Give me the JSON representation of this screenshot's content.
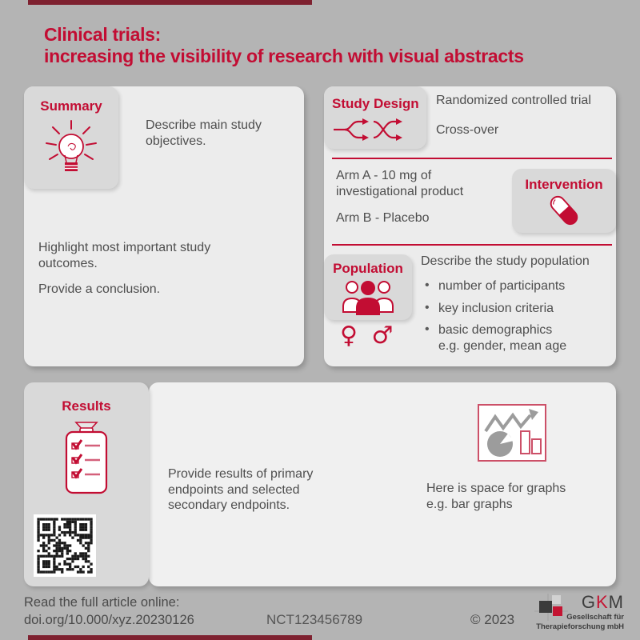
{
  "colors": {
    "background": "#B4B4B4",
    "accent_red": "#C20D33",
    "dark_bar_red": "#7E2130",
    "panel_gray": "#ECECEC",
    "tab_gray": "#D9D9D9",
    "body_text_gray": "#4E4E4E",
    "logo_red": "#C41432",
    "logo_dark": "#3C3C3C"
  },
  "header": {
    "title": "Clinical trials:\nincreasing the visibility of research with visual abstracts"
  },
  "summary": {
    "tab_label": "Summary",
    "icon": "lightbulb-icon",
    "objectives": "Describe main study\nobjectives.",
    "outcomes": "Highlight most important study\noutcomes.",
    "conclusion": "Provide a conclusion."
  },
  "study_design": {
    "tab_label": "Study Design",
    "icon": "randomization-crossover-arrows-icon",
    "design_type": "Randomized controlled trial",
    "design_subtype": "Cross-over"
  },
  "intervention": {
    "tab_label": "Intervention",
    "icon": "capsule-pill-icon",
    "arm_a": "Arm A - 10 mg of\ninvestigational product",
    "arm_b": "Arm B - Placebo"
  },
  "population": {
    "tab_label": "Population",
    "icon": "people-group-icon",
    "gender_symbols": "♀ ♂",
    "heading": "Describe the study population",
    "bullets": [
      "number of participants",
      "key inclusion criteria",
      "basic demographics\ne.g. gender, mean age"
    ]
  },
  "results": {
    "tab_label": "Results",
    "icons": [
      "checklist-clipboard-icon",
      "qr-code",
      "charts-icon"
    ],
    "text": "Provide results of primary\nendpoints and selected\nsecondary endpoints.",
    "graphs_note": "Here is space for graphs\ne.g. bar graphs"
  },
  "footer": {
    "read_online": "Read the full article online:\ndoi.org/10.000/xyz.20230126",
    "nct_number": "NCT123456789",
    "copyright": "© 2023",
    "logo": {
      "g": "G",
      "k": "K",
      "m": "M",
      "subtitle1": "Gesellschaft für",
      "subtitle2": "Therapieforschung mbH"
    }
  }
}
